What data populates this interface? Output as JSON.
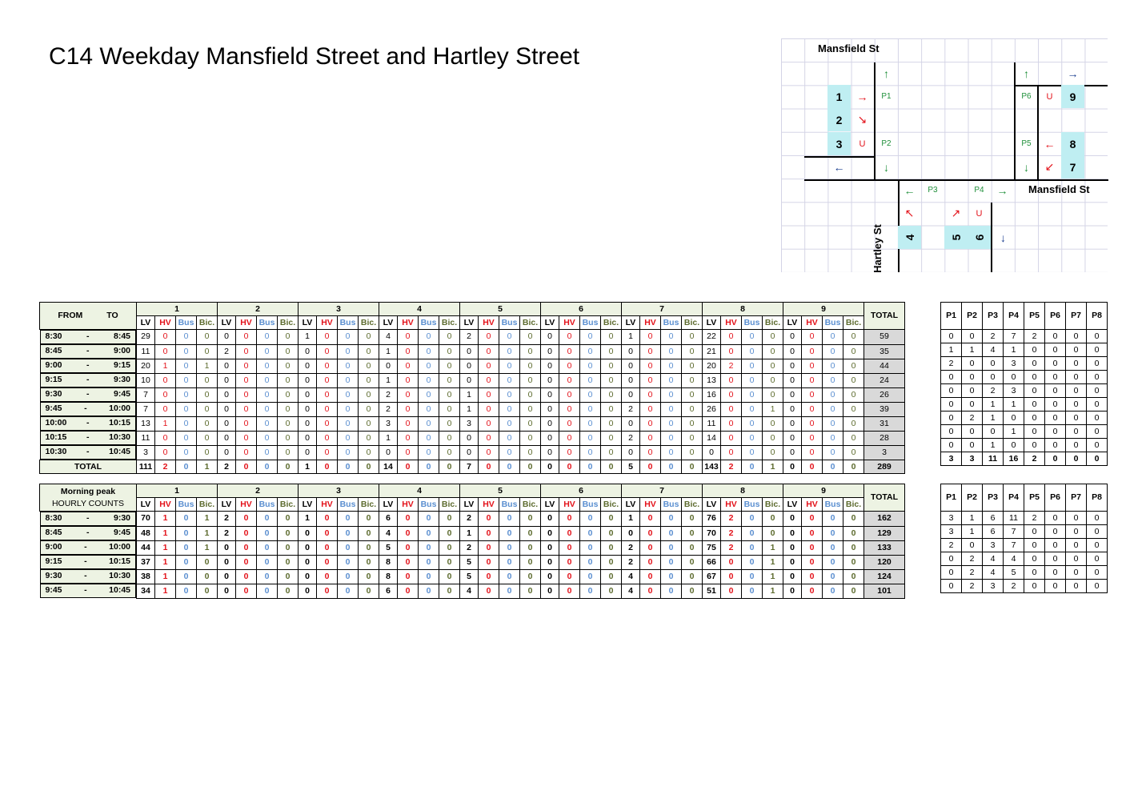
{
  "title": "C14 Weekday Mansfield Street and Hartley Street",
  "diagram": {
    "street_top": "Mansfield St",
    "street_right": "Mansfield St",
    "street_left_vertical": "Hartley St",
    "movements": [
      "1",
      "2",
      "3",
      "4",
      "5",
      "6",
      "7",
      "8",
      "9"
    ],
    "peds": [
      "P1",
      "P2",
      "P3",
      "P4",
      "P5",
      "P6"
    ],
    "u_label": "U"
  },
  "table1": {
    "from_label": "FROM",
    "to_label": "TO",
    "groups": [
      "1",
      "2",
      "3",
      "4",
      "5",
      "6",
      "7",
      "8",
      "9"
    ],
    "sub": [
      "LV",
      "HV",
      "Bus",
      "Bic."
    ],
    "total_label": "TOTAL",
    "ped_labels": [
      "P1",
      "P2",
      "P3",
      "P4",
      "P5",
      "P6",
      "P7",
      "P8"
    ],
    "rows": [
      {
        "from": "8:30",
        "to": "8:45",
        "v": [
          29,
          0,
          0,
          0,
          0,
          0,
          0,
          0,
          1,
          0,
          0,
          0,
          4,
          0,
          0,
          0,
          2,
          0,
          0,
          0,
          0,
          0,
          0,
          0,
          1,
          0,
          0,
          0,
          22,
          0,
          0,
          0,
          0,
          0,
          0,
          0
        ],
        "total": 59,
        "p": [
          0,
          0,
          2,
          7,
          2,
          0,
          0,
          0
        ]
      },
      {
        "from": "8:45",
        "to": "9:00",
        "v": [
          11,
          0,
          0,
          0,
          2,
          0,
          0,
          0,
          0,
          0,
          0,
          0,
          1,
          0,
          0,
          0,
          0,
          0,
          0,
          0,
          0,
          0,
          0,
          0,
          0,
          0,
          0,
          0,
          21,
          0,
          0,
          0,
          0,
          0,
          0,
          0
        ],
        "total": 35,
        "p": [
          1,
          1,
          4,
          1,
          0,
          0,
          0,
          0
        ]
      },
      {
        "from": "9:00",
        "to": "9:15",
        "v": [
          20,
          1,
          0,
          1,
          0,
          0,
          0,
          0,
          0,
          0,
          0,
          0,
          0,
          0,
          0,
          0,
          0,
          0,
          0,
          0,
          0,
          0,
          0,
          0,
          0,
          0,
          0,
          0,
          20,
          2,
          0,
          0,
          0,
          0,
          0,
          0
        ],
        "total": 44,
        "p": [
          2,
          0,
          0,
          3,
          0,
          0,
          0,
          0
        ]
      },
      {
        "from": "9:15",
        "to": "9:30",
        "v": [
          10,
          0,
          0,
          0,
          0,
          0,
          0,
          0,
          0,
          0,
          0,
          0,
          1,
          0,
          0,
          0,
          0,
          0,
          0,
          0,
          0,
          0,
          0,
          0,
          0,
          0,
          0,
          0,
          13,
          0,
          0,
          0,
          0,
          0,
          0,
          0
        ],
        "total": 24,
        "p": [
          0,
          0,
          0,
          0,
          0,
          0,
          0,
          0
        ]
      },
      {
        "from": "9:30",
        "to": "9:45",
        "v": [
          7,
          0,
          0,
          0,
          0,
          0,
          0,
          0,
          0,
          0,
          0,
          0,
          2,
          0,
          0,
          0,
          1,
          0,
          0,
          0,
          0,
          0,
          0,
          0,
          0,
          0,
          0,
          0,
          16,
          0,
          0,
          0,
          0,
          0,
          0,
          0
        ],
        "total": 26,
        "p": [
          0,
          0,
          2,
          3,
          0,
          0,
          0,
          0
        ]
      },
      {
        "from": "9:45",
        "to": "10:00",
        "v": [
          7,
          0,
          0,
          0,
          0,
          0,
          0,
          0,
          0,
          0,
          0,
          0,
          2,
          0,
          0,
          0,
          1,
          0,
          0,
          0,
          0,
          0,
          0,
          0,
          2,
          0,
          0,
          0,
          26,
          0,
          0,
          1,
          0,
          0,
          0,
          0
        ],
        "total": 39,
        "p": [
          0,
          0,
          1,
          1,
          0,
          0,
          0,
          0
        ]
      },
      {
        "from": "10:00",
        "to": "10:15",
        "v": [
          13,
          1,
          0,
          0,
          0,
          0,
          0,
          0,
          0,
          0,
          0,
          0,
          3,
          0,
          0,
          0,
          3,
          0,
          0,
          0,
          0,
          0,
          0,
          0,
          0,
          0,
          0,
          0,
          11,
          0,
          0,
          0,
          0,
          0,
          0,
          0
        ],
        "total": 31,
        "p": [
          0,
          2,
          1,
          0,
          0,
          0,
          0,
          0
        ]
      },
      {
        "from": "10:15",
        "to": "10:30",
        "v": [
          11,
          0,
          0,
          0,
          0,
          0,
          0,
          0,
          0,
          0,
          0,
          0,
          1,
          0,
          0,
          0,
          0,
          0,
          0,
          0,
          0,
          0,
          0,
          0,
          2,
          0,
          0,
          0,
          14,
          0,
          0,
          0,
          0,
          0,
          0,
          0
        ],
        "total": 28,
        "p": [
          0,
          0,
          0,
          1,
          0,
          0,
          0,
          0
        ]
      },
      {
        "from": "10:30",
        "to": "10:45",
        "v": [
          3,
          0,
          0,
          0,
          0,
          0,
          0,
          0,
          0,
          0,
          0,
          0,
          0,
          0,
          0,
          0,
          0,
          0,
          0,
          0,
          0,
          0,
          0,
          0,
          0,
          0,
          0,
          0,
          0,
          0,
          0,
          0,
          0,
          0,
          0,
          0
        ],
        "total": 3,
        "p": [
          0,
          0,
          1,
          0,
          0,
          0,
          0,
          0
        ]
      }
    ],
    "total_row": {
      "label": "TOTAL",
      "v": [
        111,
        2,
        0,
        1,
        2,
        0,
        0,
        0,
        1,
        0,
        0,
        0,
        14,
        0,
        0,
        0,
        7,
        0,
        0,
        0,
        0,
        0,
        0,
        0,
        5,
        0,
        0,
        0,
        143,
        2,
        0,
        1,
        0,
        0,
        0,
        0
      ],
      "total": 289,
      "p": [
        3,
        3,
        11,
        16,
        2,
        0,
        0,
        0
      ]
    }
  },
  "table2": {
    "title1": "Morning peak",
    "title2": "HOURLY COUNTS",
    "groups": [
      "1",
      "2",
      "3",
      "4",
      "5",
      "6",
      "7",
      "8",
      "9"
    ],
    "sub": [
      "LV",
      "HV",
      "Bus",
      "Bic."
    ],
    "total_label": "TOTAL",
    "ped_labels": [
      "P1",
      "P2",
      "P3",
      "P4",
      "P5",
      "P6",
      "P7",
      "P8"
    ],
    "rows": [
      {
        "from": "8:30",
        "to": "9:30",
        "v": [
          70,
          1,
          0,
          1,
          2,
          0,
          0,
          0,
          1,
          0,
          0,
          0,
          6,
          0,
          0,
          0,
          2,
          0,
          0,
          0,
          0,
          0,
          0,
          0,
          1,
          0,
          0,
          0,
          76,
          2,
          0,
          0,
          0,
          0,
          0,
          0
        ],
        "total": 162,
        "p": [
          3,
          1,
          6,
          11,
          2,
          0,
          0,
          0
        ]
      },
      {
        "from": "8:45",
        "to": "9:45",
        "v": [
          48,
          1,
          0,
          1,
          2,
          0,
          0,
          0,
          0,
          0,
          0,
          0,
          4,
          0,
          0,
          0,
          1,
          0,
          0,
          0,
          0,
          0,
          0,
          0,
          0,
          0,
          0,
          0,
          70,
          2,
          0,
          0,
          0,
          0,
          0,
          0
        ],
        "total": 129,
        "p": [
          3,
          1,
          6,
          7,
          0,
          0,
          0,
          0
        ]
      },
      {
        "from": "9:00",
        "to": "10:00",
        "v": [
          44,
          1,
          0,
          1,
          0,
          0,
          0,
          0,
          0,
          0,
          0,
          0,
          5,
          0,
          0,
          0,
          2,
          0,
          0,
          0,
          0,
          0,
          0,
          0,
          2,
          0,
          0,
          0,
          75,
          2,
          0,
          1,
          0,
          0,
          0,
          0
        ],
        "total": 133,
        "p": [
          2,
          0,
          3,
          7,
          0,
          0,
          0,
          0
        ]
      },
      {
        "from": "9:15",
        "to": "10:15",
        "v": [
          37,
          1,
          0,
          0,
          0,
          0,
          0,
          0,
          0,
          0,
          0,
          0,
          8,
          0,
          0,
          0,
          5,
          0,
          0,
          0,
          0,
          0,
          0,
          0,
          2,
          0,
          0,
          0,
          66,
          0,
          0,
          1,
          0,
          0,
          0,
          0
        ],
        "total": 120,
        "p": [
          0,
          2,
          4,
          4,
          0,
          0,
          0,
          0
        ]
      },
      {
        "from": "9:30",
        "to": "10:30",
        "v": [
          38,
          1,
          0,
          0,
          0,
          0,
          0,
          0,
          0,
          0,
          0,
          0,
          8,
          0,
          0,
          0,
          5,
          0,
          0,
          0,
          0,
          0,
          0,
          0,
          4,
          0,
          0,
          0,
          67,
          0,
          0,
          1,
          0,
          0,
          0,
          0
        ],
        "total": 124,
        "p": [
          0,
          2,
          4,
          5,
          0,
          0,
          0,
          0
        ]
      },
      {
        "from": "9:45",
        "to": "10:45",
        "v": [
          34,
          1,
          0,
          0,
          0,
          0,
          0,
          0,
          0,
          0,
          0,
          0,
          6,
          0,
          0,
          0,
          4,
          0,
          0,
          0,
          0,
          0,
          0,
          0,
          4,
          0,
          0,
          0,
          51,
          0,
          0,
          1,
          0,
          0,
          0,
          0
        ],
        "total": 101,
        "p": [
          0,
          2,
          3,
          2,
          0,
          0,
          0,
          0
        ]
      }
    ]
  }
}
